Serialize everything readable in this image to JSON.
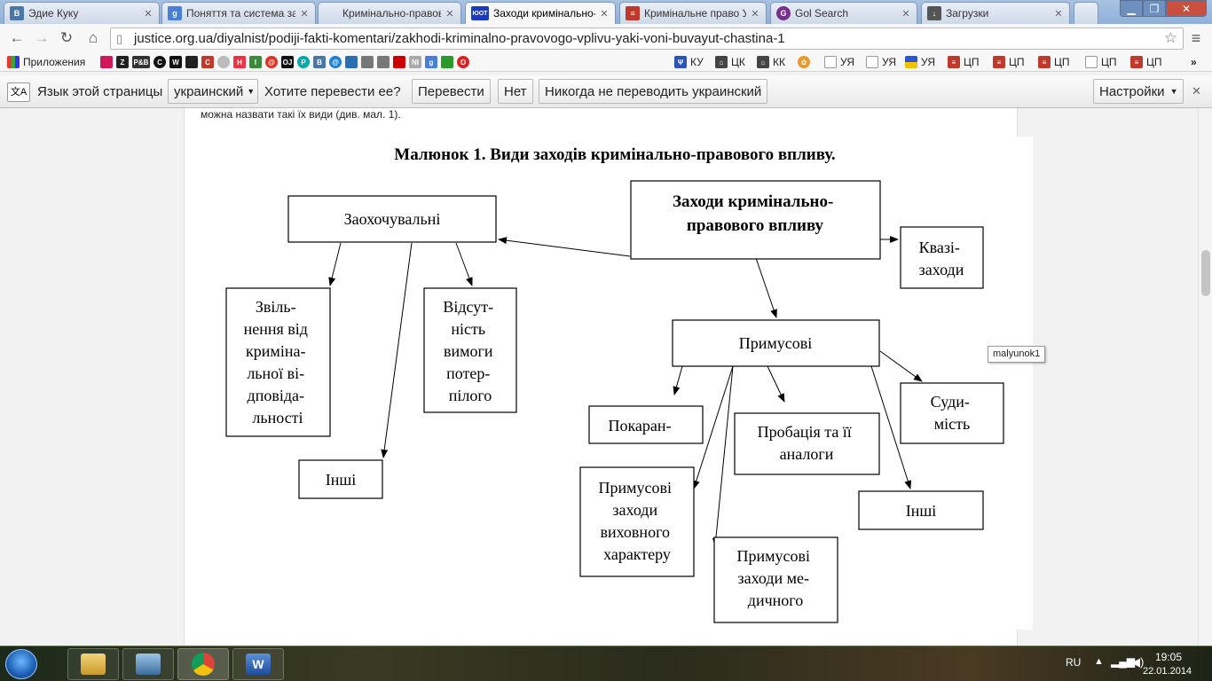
{
  "tabs": [
    {
      "title": "Эдие Куку",
      "icon": "vk-icon",
      "color": "#4a76a8",
      "glyph": "B"
    },
    {
      "title": "Поняття та система за",
      "icon": "google-icon",
      "color": "#4a7fd6",
      "glyph": "g"
    },
    {
      "title": "Кримінально-правов",
      "icon": "blank-page-icon",
      "color": "",
      "glyph": ""
    },
    {
      "title": "Заходи кримінально-",
      "icon": "yurist-icon",
      "color": "#1a3bbf",
      "glyph": "ЮОТ"
    },
    {
      "title": "Кримінальне право У",
      "icon": "books-icon",
      "color": "#c0392b",
      "glyph": "≡"
    },
    {
      "title": "Gol Search",
      "icon": "gol-search-icon",
      "color": "#7a2f8f",
      "glyph": "G"
    },
    {
      "title": "Загрузки",
      "icon": "download-icon",
      "color": "#555555",
      "glyph": "↓"
    }
  ],
  "address": {
    "url": "justice.org.ua/diyalnist/podiji-fakti-komentari/zakhodi-kriminalno-pravovogo-vplivu-yaki-voni-buvayut-chastina-1"
  },
  "bookmarks": {
    "apps_label": "Приложения",
    "items": [
      {
        "label": "КУ",
        "icon": "ukraine-trident-icon",
        "color": "#2a55b8"
      },
      {
        "label": "ЦК",
        "icon": "court-building-icon",
        "color": "#444444"
      },
      {
        "label": "КК",
        "icon": "court-building-icon",
        "color": "#444444"
      },
      {
        "label": "",
        "icon": "flower-icon",
        "color": "#e89b2a"
      },
      {
        "label": "УЯ",
        "icon": "page-icon",
        "color": "#999999"
      },
      {
        "label": "УЯ",
        "icon": "page-icon",
        "color": "#999999"
      },
      {
        "label": "УЯ",
        "icon": "ukraine-flag-icon",
        "color": "#f2c200"
      },
      {
        "label": "ЦП",
        "icon": "books-icon",
        "color": "#c0392b"
      },
      {
        "label": "ЦП",
        "icon": "books-icon",
        "color": "#c0392b"
      },
      {
        "label": "ЦП",
        "icon": "books-icon",
        "color": "#c0392b"
      },
      {
        "label": "ЦП",
        "icon": "page-icon",
        "color": "#999999"
      },
      {
        "label": "ЦП",
        "icon": "books-icon",
        "color": "#c0392b"
      }
    ]
  },
  "translate": {
    "language_question": "Язык этой страницы",
    "language_value": "украинский",
    "prompt": "Хотите перевести ее?",
    "translate_button": "Перевести",
    "no_button": "Нет",
    "never_button": "Никогда не переводить украинский",
    "settings_button": "Настройки"
  },
  "page": {
    "intro_text": "можна назвати такі їх види (див. мал. 1).",
    "figure_title": "Малюнок 1. Види заходів кримінально-правового впливу.",
    "tooltip": "malyunok1"
  },
  "diagram": {
    "root": [
      "Заходи кримінально-",
      "правового впливу"
    ],
    "encouraging": [
      "Заохочувальні"
    ],
    "quasi": [
      "Квазі-",
      "заходи"
    ],
    "coercive": [
      "Примусові"
    ],
    "release": [
      "Звіль-",
      "нення від",
      "криміна-",
      "льної ві-",
      "дповіда-",
      "льності"
    ],
    "absence": [
      "Відсут-",
      "ність",
      "вимоги",
      "потер-",
      "пілого"
    ],
    "others_left": [
      "Інші"
    ],
    "punishment": [
      "Покаран-"
    ],
    "probation": [
      "Пробація та її",
      "аналоги"
    ],
    "record": [
      "Суди-",
      "мість"
    ],
    "others_right": [
      "Інші"
    ],
    "educational": [
      "Примусові",
      "заходи",
      "виховного",
      "характеру"
    ],
    "medical": [
      "Примусові",
      "заходи ме-",
      "дичного"
    ]
  },
  "taskbar": {
    "lang": "RU",
    "time": "19:05",
    "date": "22.01.2014"
  }
}
